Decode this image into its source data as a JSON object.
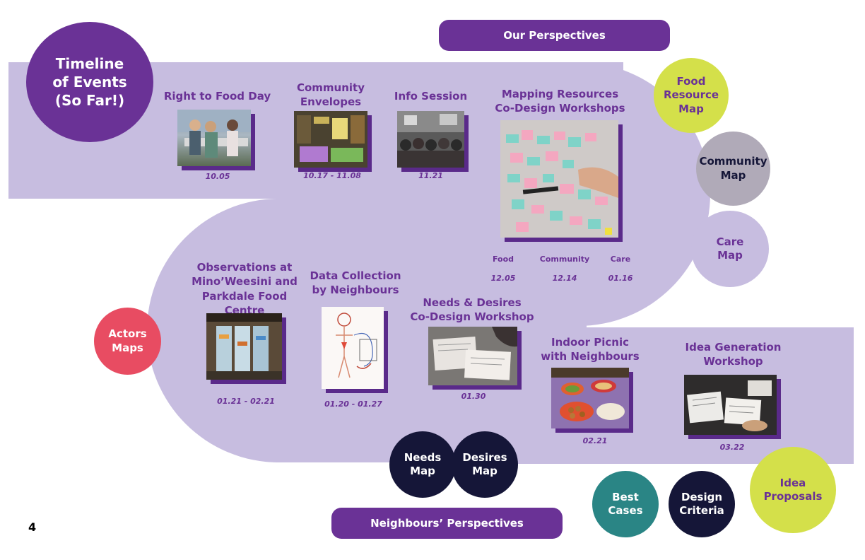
{
  "page_number": "4",
  "headers": {
    "our": "Our Perspectives",
    "neighbours": "Neighbours’ Perspectives"
  },
  "timeline_title": "Timeline\nof Events\n(So Far!)",
  "events": [
    {
      "title": "Right to Food Day",
      "date": "10.05"
    },
    {
      "title": "Community\nEnvelopes",
      "date": "10.17 - 11.08"
    },
    {
      "title": "Info Session",
      "date": "11.21"
    },
    {
      "title": "Mapping Resources\nCo-Design Workshops",
      "sub": [
        {
          "label": "Food",
          "date": "12.05"
        },
        {
          "label": "Community",
          "date": "12.14"
        },
        {
          "label": "Care",
          "date": "01.16"
        }
      ]
    },
    {
      "title": "Observations at\nMino’Weesini and\nParkdale Food Centre",
      "date": "01.21 - 02.21"
    },
    {
      "title": "Data Collection\nby Neighbours",
      "date": "01.20 - 01.27"
    },
    {
      "title": "Needs & Desires\nCo-Design Workshop",
      "date": "01.30"
    },
    {
      "title": "Indoor Picnic\nwith Neighbours",
      "date": "02.21"
    },
    {
      "title": "Idea Generation\nWorkshop",
      "date": "03.22"
    }
  ],
  "outputs": {
    "food_resource_map": "Food\nResource\nMap",
    "community_map": "Community\nMap",
    "care_map": "Care\nMap",
    "actors_maps": "Actors\nMaps",
    "needs_map": "Needs\nMap",
    "desires_map": "Desires\nMap",
    "best_cases": "Best\nCases",
    "design_criteria": "Design\nCriteria",
    "idea_proposals": "Idea\nProposals"
  },
  "colors": {
    "purple": "#6a3296",
    "lavender": "#c7bde0",
    "lime": "#d4e04a",
    "grey": "#b0aab8",
    "red": "#e84c62",
    "navy": "#151638",
    "teal": "#2a8585"
  }
}
